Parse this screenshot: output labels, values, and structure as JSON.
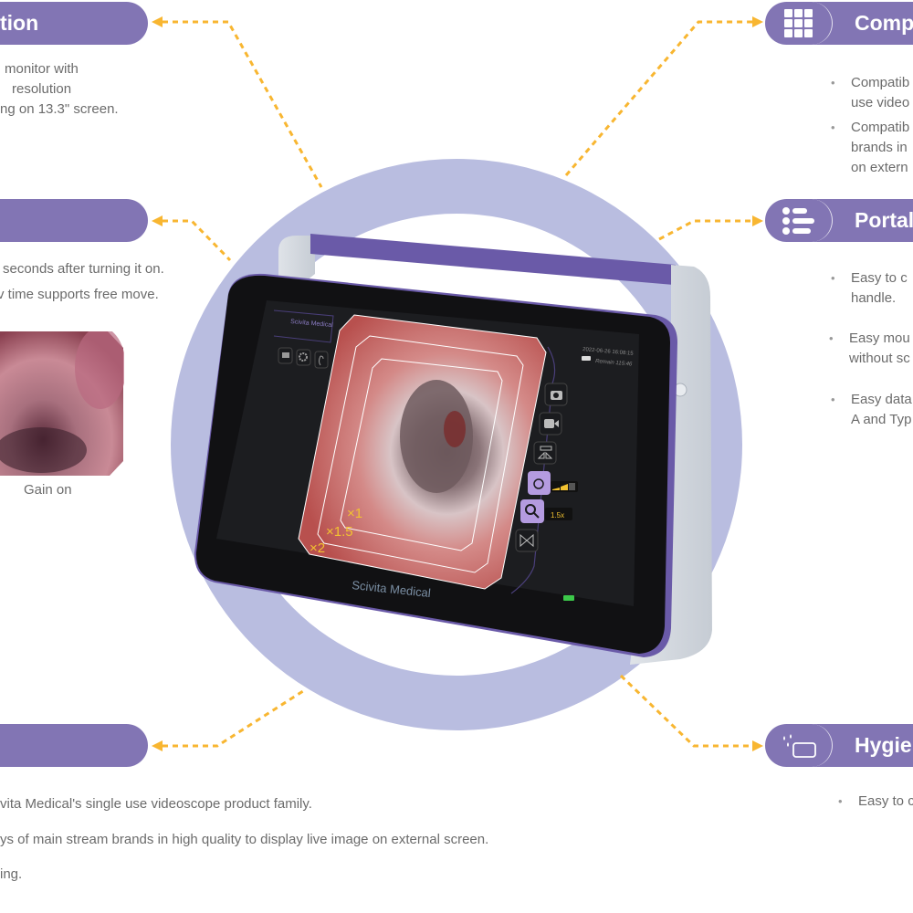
{
  "colors": {
    "pill": "#8275b4",
    "ring": "#b9bde0",
    "connector": "#f8b631",
    "overlay_label": "#f2c230"
  },
  "left": {
    "sections": [
      {
        "title": "tion",
        "lines": [
          "monitor with",
          "resolution",
          "ng on 13.3\" screen."
        ]
      },
      {
        "title": "",
        "lines": [
          "seconds after turning it on.",
          "v time supports free move."
        ],
        "image_caption": "Gain on"
      },
      {
        "title": "",
        "lines": [
          "vita Medical's single use videoscope product family.",
          "ys of main stream brands in high quality to display live image on external screen.",
          "ing."
        ]
      }
    ]
  },
  "right": {
    "sections": [
      {
        "title": "Comp",
        "icon": "grid-icon",
        "bullets": [
          [
            "Compatib",
            "use video"
          ],
          [
            "Compatib",
            "brands in",
            "on extern"
          ]
        ]
      },
      {
        "title": "Portal",
        "icon": "list-icon",
        "bullets": [
          [
            "Easy to c",
            "handle."
          ],
          [
            "Easy mou",
            "without sc"
          ],
          [
            "Easy data",
            "A and Typ"
          ]
        ]
      },
      {
        "title": "Hygie",
        "icon": "water-drop-screen-icon",
        "bullets": [
          [
            "Easy to c"
          ]
        ]
      }
    ]
  },
  "device": {
    "brand": "Scivita Medical",
    "screen_brand": "Scivita Medical",
    "datetime": "2022-06-26 16:08:15",
    "remain": "Remain 115:46",
    "zoom_labels": [
      "×1",
      "×1.5",
      "×2"
    ],
    "zoom_value": "1.5x",
    "brightness_level": 0.67,
    "left_icons": [
      "image-icon",
      "gear-icon",
      "scope-icon"
    ],
    "right_icons": [
      "camera-icon",
      "video-icon",
      "flip-icon",
      "brightness-icon",
      "zoom-icon",
      "freeze-icon"
    ],
    "battery": "battery-icon"
  }
}
